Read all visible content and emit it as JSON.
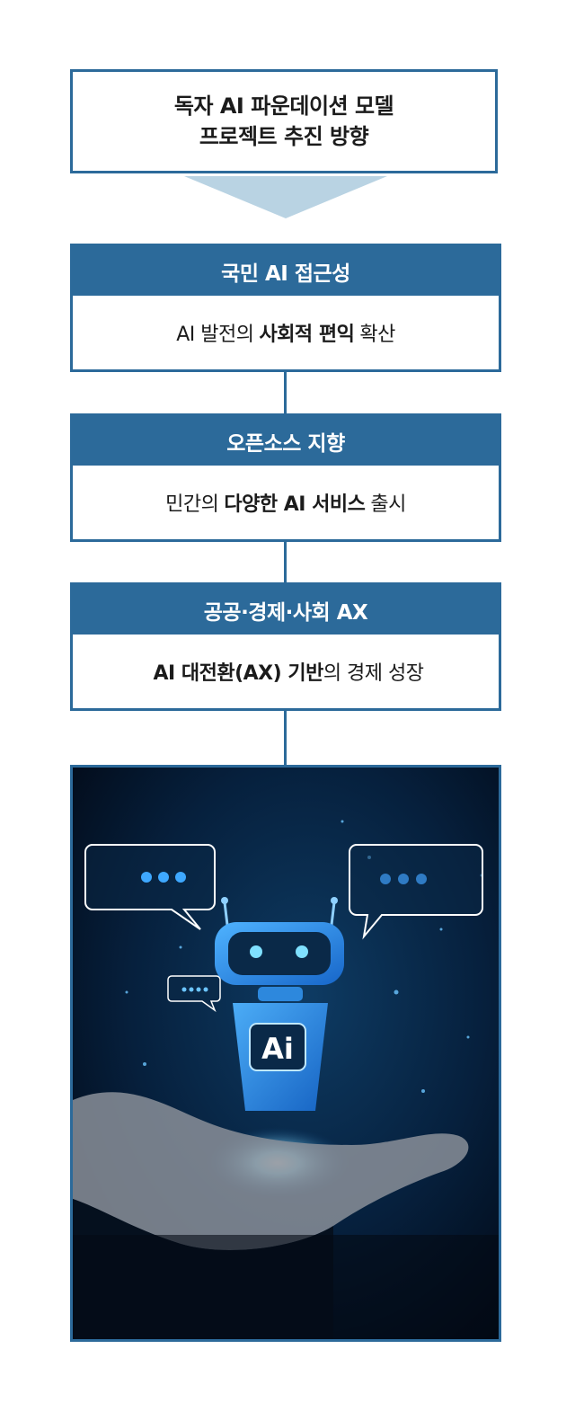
{
  "title": {
    "line1": "독자 AI 파운데이션 모델",
    "line2": "프로젝트 추진 방향"
  },
  "cards": [
    {
      "header": "국민 AI 접근성",
      "pre": "AI 발전의",
      "bold": "사회적 편익",
      "post": "확산"
    },
    {
      "header": "오픈소스 지향",
      "pre": "민간의",
      "bold": "다양한 AI 서비스",
      "post": "출시"
    },
    {
      "header": "공공·경제·사회 AX",
      "pre": "",
      "bold": "AI 대전환(AX) 기반",
      "post": "의 경제 성장"
    }
  ],
  "illustration": {
    "robot_label": "Ai",
    "accent": "#2c6a9a"
  }
}
